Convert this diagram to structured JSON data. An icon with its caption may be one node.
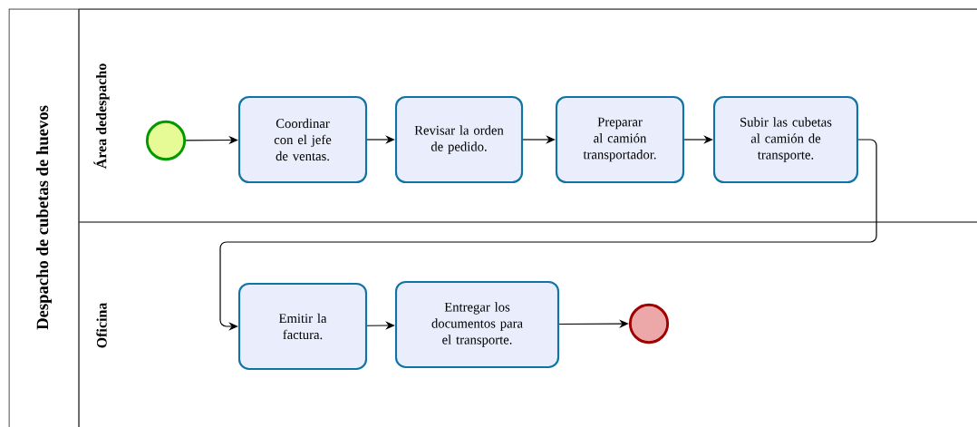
{
  "diagram": {
    "nodes": [
      {
        "text": [
          "Despacho de cubetas de huevos"
        ]
      },
      {
        "text": [
          "Área dedespacho"
        ],
        "in": 0
      },
      {
        "text": [
          "Oficina"
        ],
        "in": 0
      },
      {
        "text": [],
        "shape": "circle",
        "in": 1
      },
      {
        "text": [
          "Coordinar con el jefe de ventas."
        ],
        "in": 1
      },
      {
        "text": [
          "Revisar la orden de pedido."
        ],
        "in": 1
      },
      {
        "text": [
          "Preparar al camión transportador."
        ],
        "in": 1
      },
      {
        "text": [
          "Subir las cubetas al camión de transporte."
        ],
        "in": 1
      },
      {
        "text": [
          "Emitir la factura."
        ],
        "in": 2
      },
      {
        "text": [
          "Entregar los documentos para el transporte."
        ],
        "in": 2
      },
      {
        "text": [],
        "shape": "circle",
        "in": 2
      }
    ],
    "edges": [
      {
        "from": 3,
        "to": 4,
        "arrow": "to"
      },
      {
        "from": 4,
        "to": 5,
        "arrow": "to"
      },
      {
        "from": 5,
        "to": 6,
        "arrow": "to"
      },
      {
        "from": 6,
        "to": 7,
        "arrow": "to"
      },
      {
        "from": 7,
        "to": 8,
        "arrow": "to"
      },
      {
        "from": 8,
        "to": 9,
        "arrow": "to"
      },
      {
        "from": 9,
        "to": 10,
        "arrow": "to"
      }
    ]
  }
}
